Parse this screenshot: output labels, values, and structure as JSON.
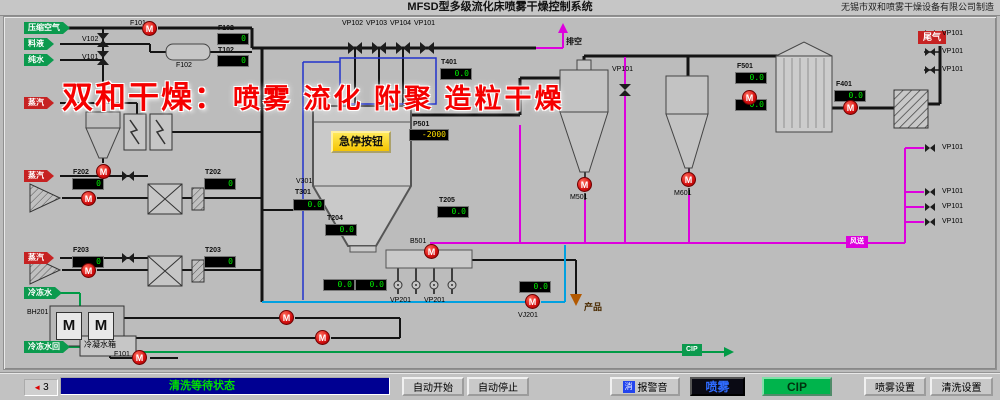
{
  "title_bar": {
    "title": "MFSD型多级流化床喷雾干燥控制系统",
    "company": "无锡市双和喷雾干燥设备有限公司制造"
  },
  "watermark": {
    "brand": "双和干燥：",
    "slogan": "喷雾 流化 附聚 造粒干燥"
  },
  "tags": {
    "compressed_air": "压缩空气",
    "feed": "料液",
    "pure_water": "纯水",
    "steam_heater": "蒸汽",
    "steam_hx1": "蒸汽",
    "steam_hx2": "蒸汽",
    "chilled_supply": "冷冻水",
    "chilled_return": "冷冻水回",
    "vent": "排空",
    "tail_gas": "尾气",
    "product": "产品",
    "convey": "风送",
    "cip_return": "CIP"
  },
  "labels": {
    "v102": "V102",
    "v101": "V101",
    "f101_top": "F101",
    "f102_tank": "F102",
    "vp102": "VP102",
    "vp103": "VP103",
    "vp104": "VP104",
    "vp101_row": "VP101",
    "vp101_mid": "VP101",
    "v301": "V301",
    "m501": "M501",
    "m601": "M601",
    "b501": "B501",
    "vj201": "VJ201",
    "vp201_a": "VP201",
    "vp201_b": "VP201",
    "bh201": "BH201",
    "cond_tank": "冷凝水箱",
    "f101_bottom": "F101",
    "estop": "急停按钮"
  },
  "vp101_right": [
    "VP101",
    "VP101",
    "VP101",
    "VP101",
    "VP101",
    "VP101",
    "VP101"
  ],
  "displays": [
    {
      "label": "F102",
      "value": "0"
    },
    {
      "label": "T102",
      "value": "0"
    },
    {
      "label": "T401",
      "value": "0.0"
    },
    {
      "label": "P501",
      "value": "-2000"
    },
    {
      "label": "T204",
      "value": "0.0"
    },
    {
      "label": "T205",
      "value": "0.0"
    },
    {
      "label": "T202",
      "value": "0"
    },
    {
      "label": "F202",
      "value": "0"
    },
    {
      "label": "T203",
      "value": "0"
    },
    {
      "label": "F203",
      "value": "0"
    },
    {
      "label": "F501",
      "value": "0.0"
    },
    {
      "label": "",
      "value": "0.0"
    },
    {
      "label": "F401",
      "value": "0.0"
    },
    {
      "label": "",
      "value": "0.0"
    },
    {
      "label": "",
      "value": "0.0"
    },
    {
      "label": "",
      "value": "0.0"
    },
    {
      "label": "T301",
      "value": "0.0"
    }
  ],
  "glyphs": {
    "pump": "M",
    "motor": "M",
    "counter_arrow": "◄"
  },
  "toolbar": {
    "counter": "3",
    "status": "清洗等待状态",
    "auto_start": "自动开始",
    "auto_stop": "自动停止",
    "mute": "消",
    "alarm": "报警音",
    "spray": "喷雾",
    "cip": "CIP",
    "spray_settings": "喷雾设置",
    "clean_settings": "清洗设置"
  },
  "colors": {
    "background": "#bcbcbc",
    "pipe_black": "#141414",
    "pipe_magenta": "#dd00dd",
    "pipe_green": "#009a45",
    "pipe_cyan": "#00a0e0",
    "pipe_blue": "#2233cc",
    "pump_red": "#d51010",
    "display_green": "#00f000",
    "display_yellow": "#ffe000",
    "status_bar_blue": "#000092",
    "status_text_green": "#00e000",
    "estop_yellow": "#f5c400",
    "cip_button_green": "#00b44c",
    "watermark_red": "#f50000"
  }
}
